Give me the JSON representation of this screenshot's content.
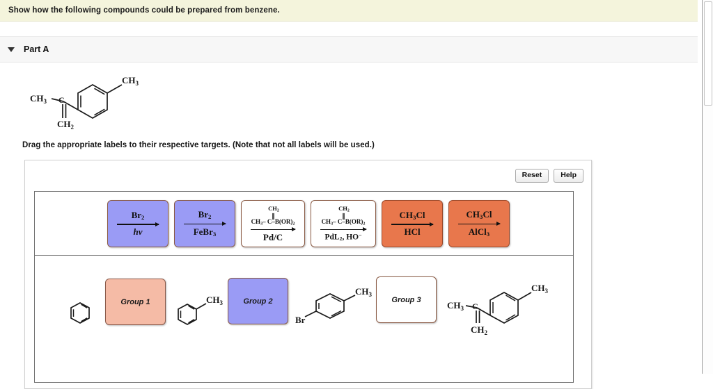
{
  "banner": {
    "prompt": "Show how the following compounds could be prepared from benzene."
  },
  "part": {
    "title": "Part A",
    "disclosure_icon": "triangle-down-icon"
  },
  "target_molecule": {
    "name": "2-(4-methylphenyl)prop-1-ene",
    "labels": [
      "CH3",
      "CH3",
      "CH2"
    ]
  },
  "instruction": {
    "text": "Drag the appropriate labels to their respective targets. (Note that not all labels will be used.)"
  },
  "toolbar": {
    "reset_label": "Reset",
    "help_label": "Help"
  },
  "reagent_tiles": [
    {
      "id": "reagent-br2-hv",
      "above": "Br2",
      "below": "hν",
      "color": "#9a9bf5",
      "style": "purple"
    },
    {
      "id": "reagent-br2-febr3",
      "above": "Br2",
      "below": "FeBr3",
      "color": "#9a9bf5",
      "style": "purple"
    },
    {
      "id": "reagent-boronate-pd-c",
      "above": "CH3-C(=CH2)-B(OR)2",
      "below": "Pd/C",
      "color": "#ffffff",
      "style": "white"
    },
    {
      "id": "reagent-boronate-pdl2-ho",
      "above": "CH3-C(=CH2)-B(OR)2",
      "below": "PdL2, HO-",
      "color": "#ffffff",
      "style": "white"
    },
    {
      "id": "reagent-ch3cl-hcl",
      "above": "CH3Cl",
      "below": "HCl",
      "color": "#e8774c",
      "style": "orange"
    },
    {
      "id": "reagent-ch3cl-alcl3",
      "above": "CH3Cl",
      "below": "AlCl3",
      "color": "#e8774c",
      "style": "orange"
    }
  ],
  "molecule_items": [
    {
      "id": "molecule-benzene",
      "kind": "structure",
      "name": "benzene"
    },
    {
      "id": "target-group-1",
      "kind": "target",
      "label": "Group 1",
      "color": "#f5bba6",
      "style": "salmon"
    },
    {
      "id": "molecule-toluene",
      "kind": "structure",
      "name": "toluene",
      "labels": [
        "CH3"
      ]
    },
    {
      "id": "target-group-2",
      "kind": "target",
      "label": "Group 2",
      "color": "#9a9bf5",
      "style": "purple"
    },
    {
      "id": "molecule-4-bromotoluene",
      "kind": "structure",
      "name": "4-bromotoluene",
      "labels": [
        "Br",
        "CH3"
      ]
    },
    {
      "id": "target-group-3",
      "kind": "target",
      "label": "Group 3",
      "color": "#ffffff",
      "style": "white"
    },
    {
      "id": "molecule-isopropenyltoluene",
      "kind": "structure",
      "name": "2-(4-methylphenyl)prop-1-ene",
      "labels": [
        "CH3",
        "CH3",
        "CH2"
      ]
    }
  ]
}
